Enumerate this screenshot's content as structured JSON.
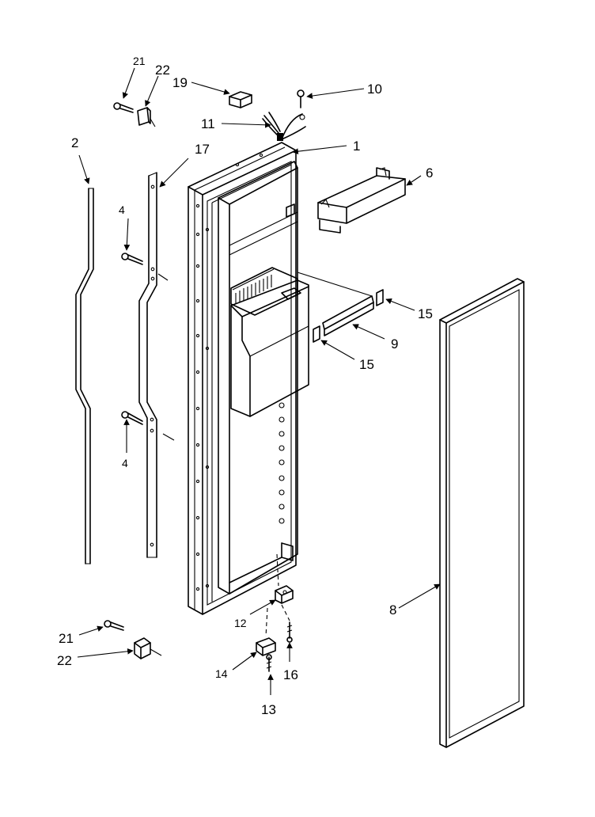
{
  "diagram": {
    "callouts": {
      "c1": "1",
      "c2": "2",
      "c4a": "4",
      "c4b": "4",
      "c6": "6",
      "c8": "8",
      "c9": "9",
      "c10": "10",
      "c11": "11",
      "c12": "12",
      "c13": "13",
      "c14": "14",
      "c15a": "15",
      "c15b": "15",
      "c16": "16",
      "c17": "17",
      "c19": "19",
      "c21a": "21",
      "c21b": "21",
      "c22a": "22",
      "c22b": "22"
    }
  }
}
